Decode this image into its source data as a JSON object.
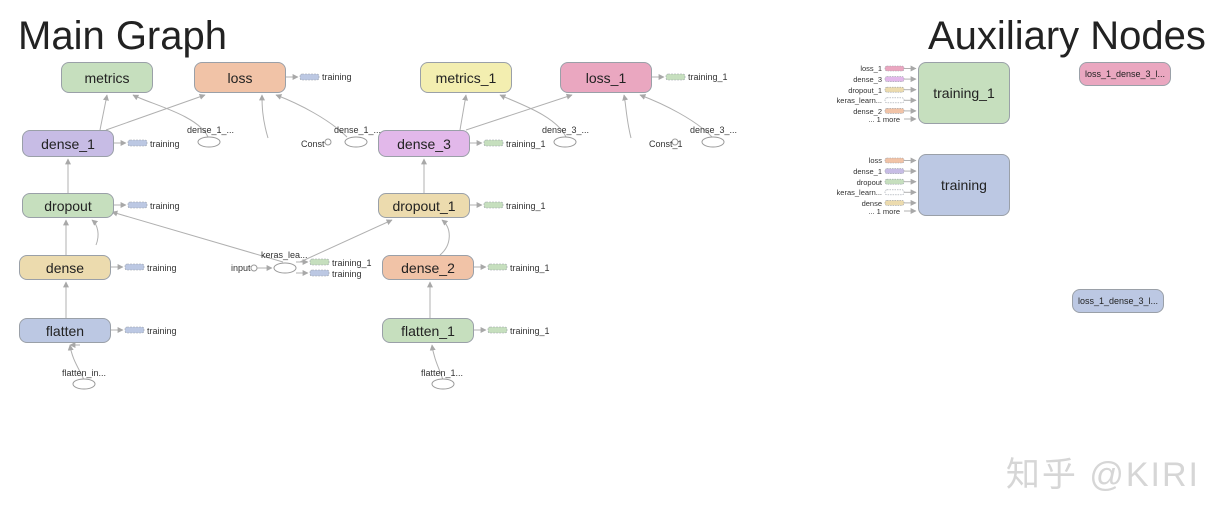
{
  "titles": {
    "main": "Main Graph",
    "aux": "Auxiliary Nodes"
  },
  "colors": {
    "green": "#c6dfbe",
    "salmon": "#f1c3a7",
    "yellow": "#f3eeb0",
    "pink": "#eaa7c0",
    "purple": "#c7bce5",
    "violet": "#e2b8ea",
    "tan": "#ecdbae",
    "blue": "#bcc8e3",
    "edge": "#b0b0b0"
  },
  "nodes": {
    "metrics": "metrics",
    "loss": "loss",
    "dense_1": "dense_1",
    "dropout": "dropout",
    "dense": "dense",
    "flatten": "flatten",
    "metrics_1": "metrics_1",
    "loss_1": "loss_1",
    "dense_3": "dense_3",
    "dropout_1": "dropout_1",
    "dense_2": "dense_2",
    "flatten_1": "flatten_1",
    "training_1": "training_1",
    "training": "training",
    "aux_top": "loss_1_dense_3_l...",
    "aux_bottom": "loss_1_dense_3_l..."
  },
  "labels": {
    "training": "training",
    "training_1": "training_1",
    "dense_1_ell": "dense_1_...",
    "dense_3_ell": "dense_3_...",
    "const": "Const",
    "const_1": "Const_1",
    "keras_lea": "keras_lea...",
    "input": "input",
    "flatten_in": "flatten_in...",
    "flatten_1_ell": "flatten_1..."
  },
  "aux_lists": {
    "training_1": [
      "loss_1",
      "dense_3",
      "dropout_1",
      "keras_learn...",
      "dense_2",
      "... 1 more"
    ],
    "training": [
      "loss",
      "dense_1",
      "dropout",
      "keras_learn...",
      "dense",
      "... 1 more"
    ]
  },
  "watermark": "知乎 @KIRI"
}
